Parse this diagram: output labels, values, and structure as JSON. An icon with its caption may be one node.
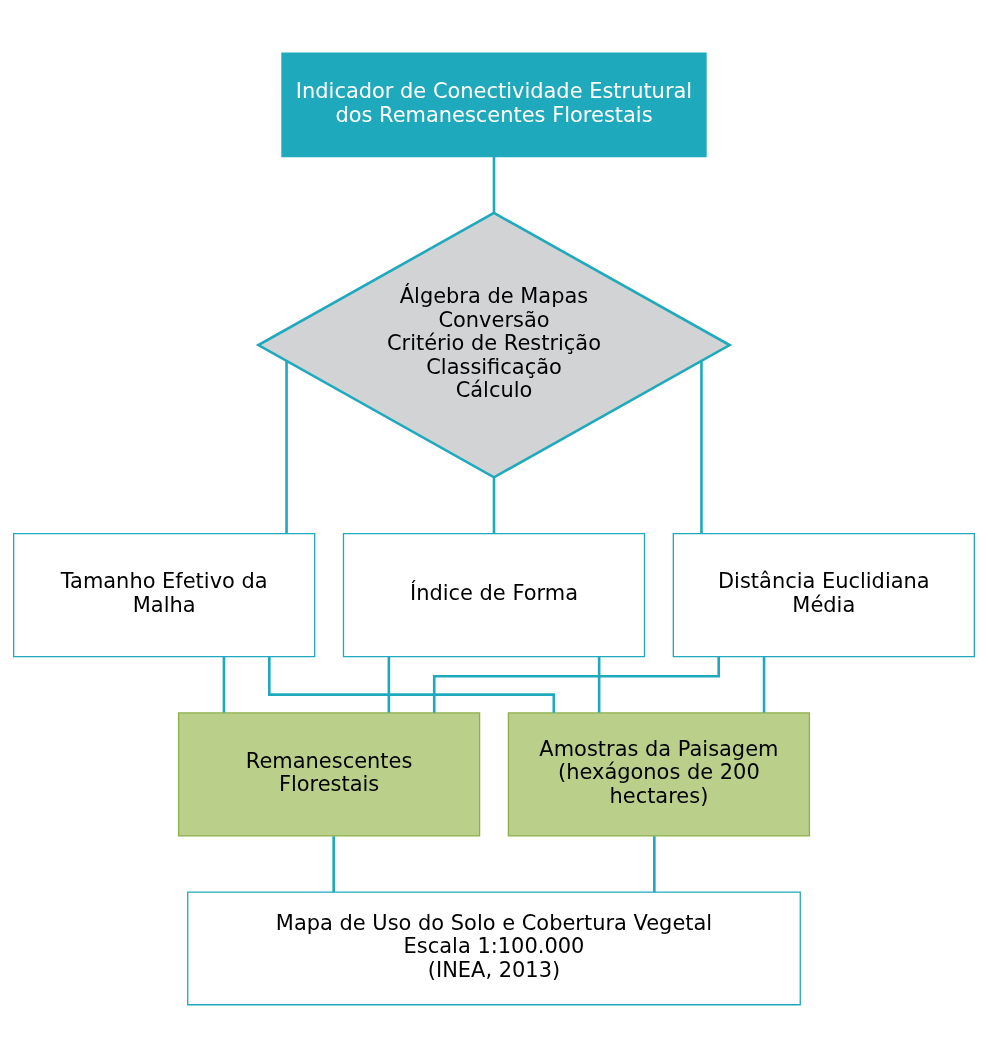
{
  "diagram": {
    "nodes": [
      {
        "text": [
          "Indicador de Conectividade Estrutural dos Remanescentes Florestais"
        ]
      },
      {
        "text": [
          "Álgebra de Mapas",
          "Conversão",
          "Critério de Restrição",
          "Classificação",
          "Cálculo"
        ]
      },
      {
        "text": [
          "Tamanho Efetivo da Malha"
        ]
      },
      {
        "text": [
          "Índice de Forma"
        ]
      },
      {
        "text": [
          "Distância Euclidiana Média"
        ]
      },
      {
        "text": [
          "Remanescentes Florestais"
        ]
      },
      {
        "text": [
          "Amostras da Paisagem (hexágonos de 200 hectares)"
        ]
      },
      {
        "text": [
          "Mapa de Uso do Solo e Cobertura Vegetal",
          "Escala 1:100.000",
          "(INEA, 2013)"
        ]
      }
    ],
    "edges": [
      {
        "from": 0,
        "to": 1,
        "arrow": "none"
      },
      {
        "from": 1,
        "to": 2,
        "arrow": "none"
      },
      {
        "from": 1,
        "to": 3,
        "arrow": "none"
      },
      {
        "from": 1,
        "to": 4,
        "arrow": "none"
      },
      {
        "from": 2,
        "to": 5,
        "arrow": "none"
      },
      {
        "from": 3,
        "to": 5,
        "arrow": "none"
      },
      {
        "from": 4,
        "to": 5,
        "arrow": "none"
      },
      {
        "from": 2,
        "to": 6,
        "arrow": "none"
      },
      {
        "from": 3,
        "to": 6,
        "arrow": "none"
      },
      {
        "from": 4,
        "to": 6,
        "arrow": "none"
      },
      {
        "from": 5,
        "to": 7,
        "arrow": "none"
      },
      {
        "from": 6,
        "to": 7,
        "arrow": "none"
      }
    ]
  }
}
